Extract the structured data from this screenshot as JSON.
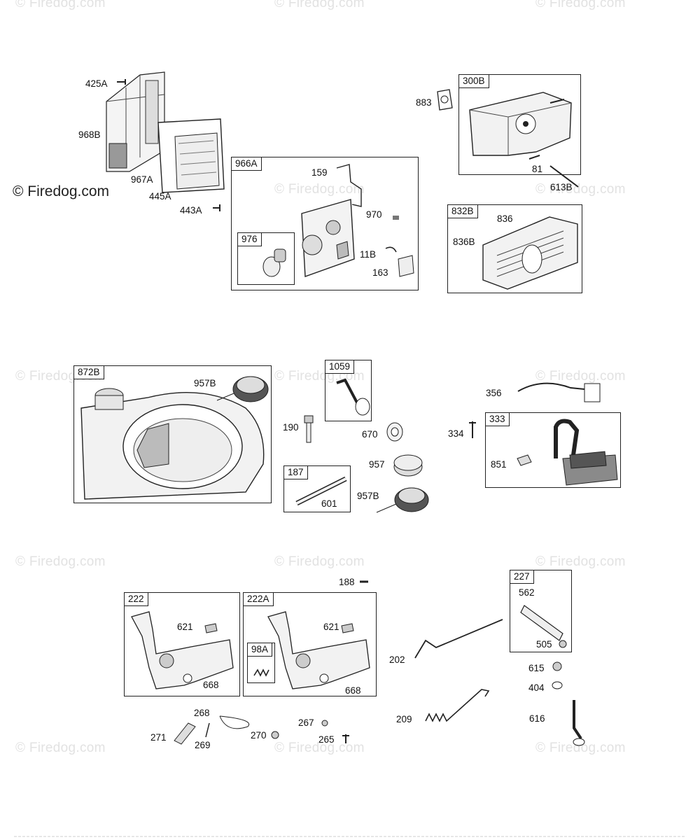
{
  "watermark": "Firedog.com",
  "copyright": "© Firedog.com",
  "groups": {
    "g966A": "966A",
    "g976": "976",
    "g300B": "300B",
    "g832B": "832B",
    "g872B": "872B",
    "g1059": "1059",
    "g187": "187",
    "g333": "333",
    "g222": "222",
    "g222A": "222A",
    "g98A": "98A",
    "g227": "227"
  },
  "parts": {
    "p425A": "425A",
    "p968B": "968B",
    "p967A": "967A",
    "p445A": "445A",
    "p443A": "443A",
    "p159": "159",
    "p970": "970",
    "p11B": "11B",
    "p163": "163",
    "p883": "883",
    "p81": "81",
    "p613B": "613B",
    "p836": "836",
    "p836B": "836B",
    "p957B_a": "957B",
    "p190": "190",
    "p670": "670",
    "p957": "957",
    "p601": "601",
    "p957B_b": "957B",
    "p356": "356",
    "p334": "334",
    "p851": "851",
    "p188": "188",
    "p621_a": "621",
    "p668_a": "668",
    "p621_b": "621",
    "p668_b": "668",
    "p562": "562",
    "p505": "505",
    "p202": "202",
    "p615": "615",
    "p404": "404",
    "p616": "616",
    "p209": "209",
    "p268": "268",
    "p271": "271",
    "p269": "269",
    "p270": "270",
    "p267": "267",
    "p265": "265"
  }
}
